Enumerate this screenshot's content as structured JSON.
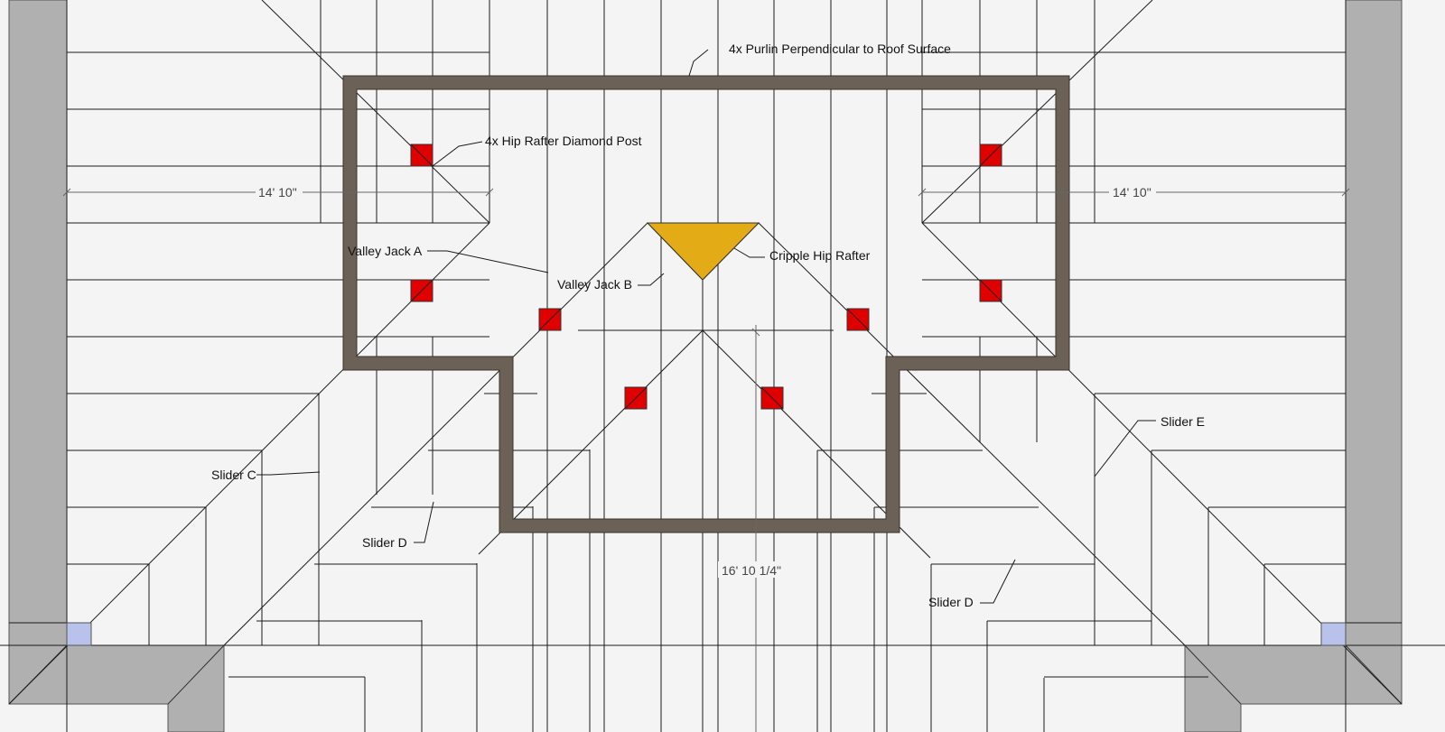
{
  "annotations": {
    "purlin": "4x Purlin Perpendicular to Roof Surface",
    "diamond_post": "4x Hip Rafter Diamond Post",
    "cripple_hip": "Cripple Hip  Rafter",
    "valley_jack_a": "Valley Jack A",
    "valley_jack_b": "Valley Jack B",
    "slider_c": "Slider C",
    "slider_d_left": "Slider D",
    "slider_d_right": "Slider D",
    "slider_e": "Slider E"
  },
  "dimensions": {
    "left_run": "14' 10\"",
    "right_run": "14' 10\"",
    "center_run": "16' 10 1/4\""
  },
  "colors": {
    "background": "#f4f4f4",
    "purlin": "#6b6156",
    "post": "#e00000",
    "cripple_hip": "#e3ab16",
    "wall": "#b0b0b0",
    "corner_post": "#b8c2ea",
    "line": "#1a1a1a"
  }
}
